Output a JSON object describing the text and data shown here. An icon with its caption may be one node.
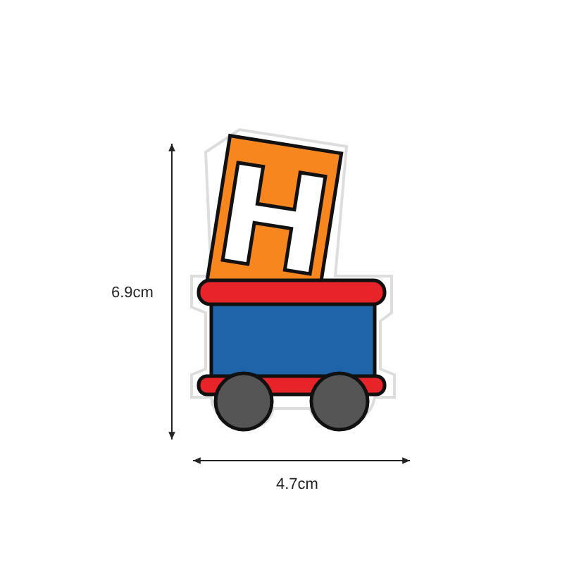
{
  "diagram": {
    "labels": [
      "H",
      "6.9cm",
      "4.7cm"
    ]
  }
}
